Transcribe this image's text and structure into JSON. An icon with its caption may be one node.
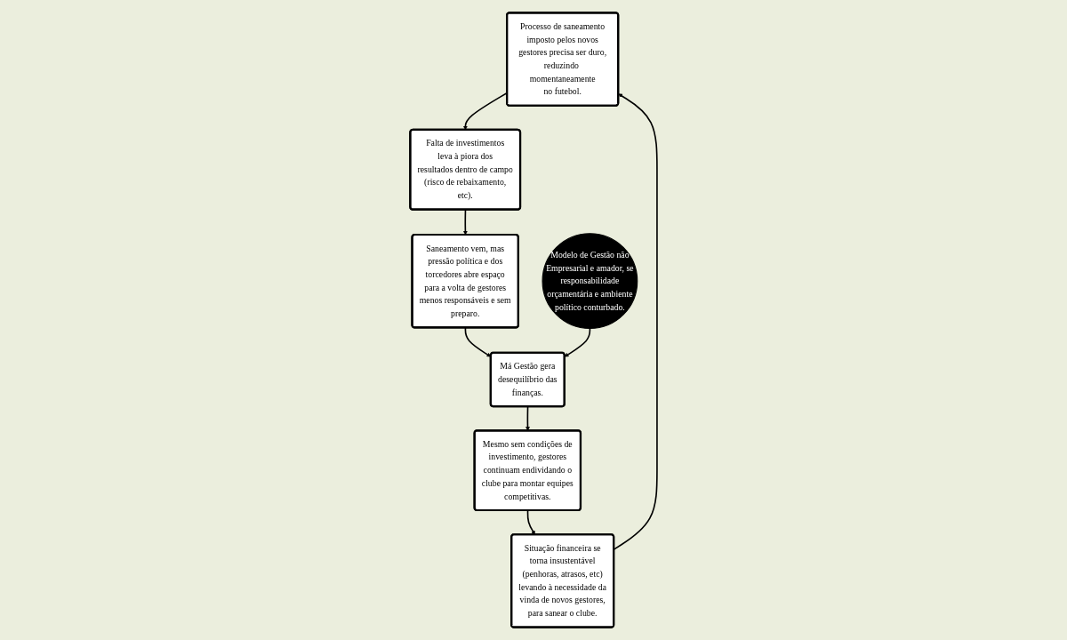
{
  "diagram": {
    "nodes": [
      {
        "text": [
          "Processo de saneamento imposto pelos novos gestores precisa ser duro, reduzindo momentaneamente no futebol."
        ]
      },
      {
        "text": [
          "Situação financeira se torna insustentável (penhoras, atrasos, etc) levando à necessidade da vinda de novos gestores, para sanear o clube."
        ]
      },
      {
        "text": [
          "Modelo de Gestão não Empresarial e amador, se responsabilidade orçamentária e ambiente político conturbado."
        ]
      },
      {
        "text": [
          "Falta de investimentos leva à piora dos resultados dentro de campo (risco de rebaixamento, etc)."
        ]
      },
      {
        "text": [
          "Mesmo sem condições de investimento, gestores continuam endividando o clube para montar equipes competitivas."
        ]
      },
      {
        "text": [
          "Saneamento vem, mas pressão política e dos torcedores abre espaço para a volta de gestores menos responsáveis e sem preparo."
        ]
      },
      {
        "text": [
          "Má Gestão gera desequilíbrio das finanças."
        ]
      }
    ],
    "edges": [
      {
        "from": 1,
        "to": 0,
        "arrow": "to"
      },
      {
        "from": 0,
        "to": 3,
        "arrow": "to"
      },
      {
        "from": 3,
        "to": 5,
        "arrow": "to"
      },
      {
        "from": 5,
        "to": 6,
        "arrow": "to"
      },
      {
        "from": 6,
        "to": 4,
        "arrow": "to"
      },
      {
        "from": 4,
        "to": 1,
        "arrow": "to"
      },
      {
        "from": 2,
        "to": 6,
        "arrow": "to"
      }
    ]
  }
}
